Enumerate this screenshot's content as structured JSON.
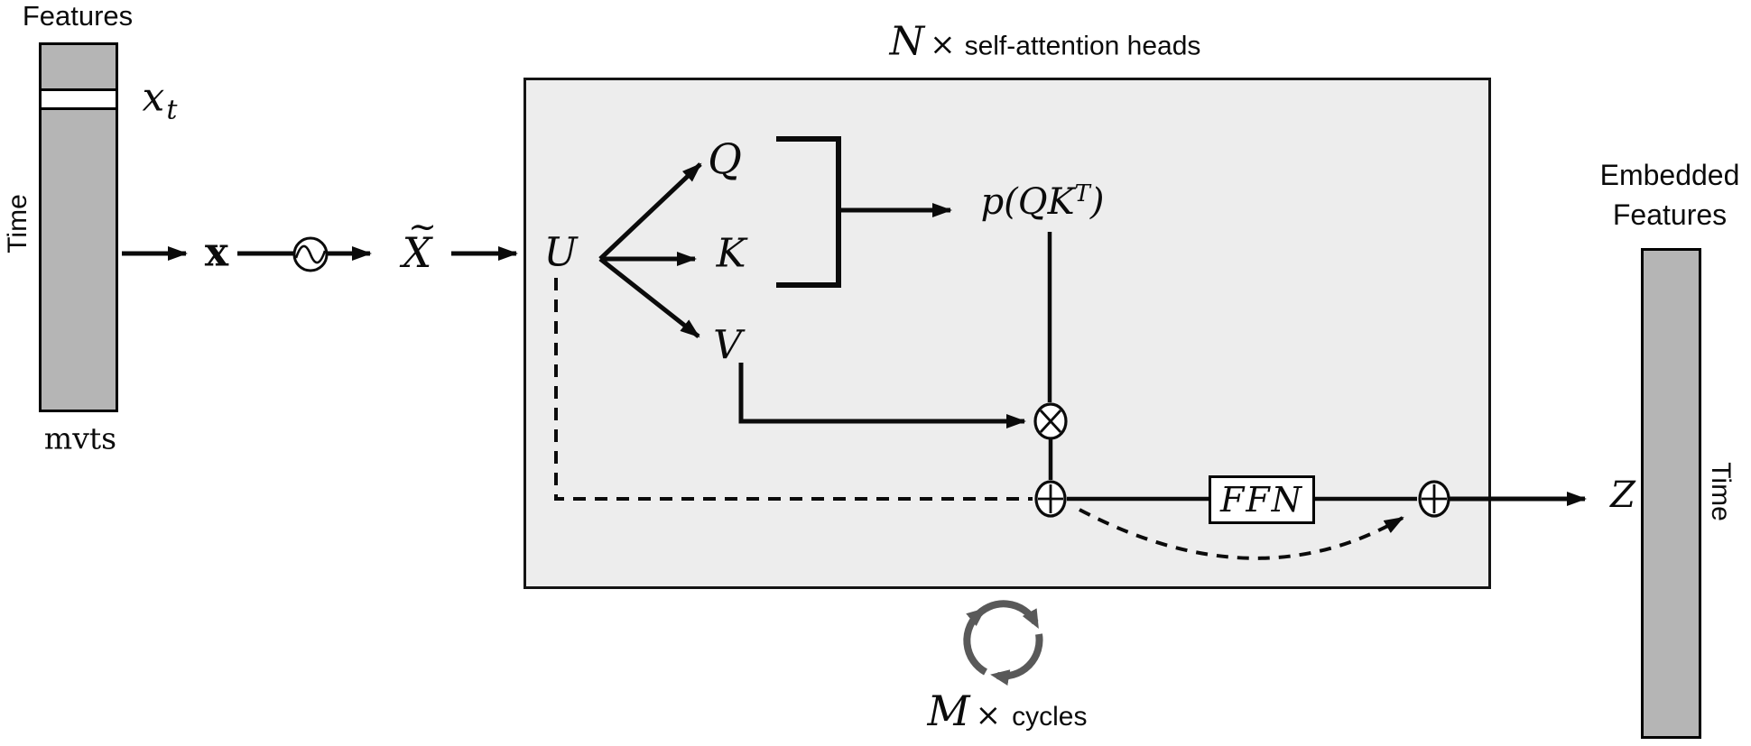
{
  "diagram": {
    "left_panel": {
      "features": "Features",
      "time": "Time",
      "mvts": "mvts",
      "xt": {
        "base": "x",
        "sub": "t"
      }
    },
    "pipeline": {
      "x_bold": "x",
      "x_tilde": {
        "base": "X",
        "accent": "~"
      }
    },
    "attention_box": {
      "title": {
        "var": "N",
        "times": "×",
        "text": "self-attention heads"
      },
      "u": "U",
      "q": "Q",
      "k": "K",
      "v": "V",
      "p_qkt": {
        "pre": "p(QK",
        "sup": "T",
        "post": ")"
      },
      "ffn": "FFN",
      "z": "Z"
    },
    "cycles": {
      "var": "M",
      "times": "×",
      "text": "cycles"
    },
    "right_panel": {
      "line1": "Embedded",
      "line2": "Features",
      "time": "Time"
    },
    "icons": {
      "positional_encoding": "sine-oscillator-circle",
      "multiply": "circled-times",
      "add": "circled-plus",
      "cycle": "clockwise-cycle-arrows"
    },
    "colors": {
      "bar_fill": "#b5b5b5",
      "box_fill": "#ededed",
      "stroke": "#0b0b0b",
      "cycle_icon": "#595959"
    }
  }
}
